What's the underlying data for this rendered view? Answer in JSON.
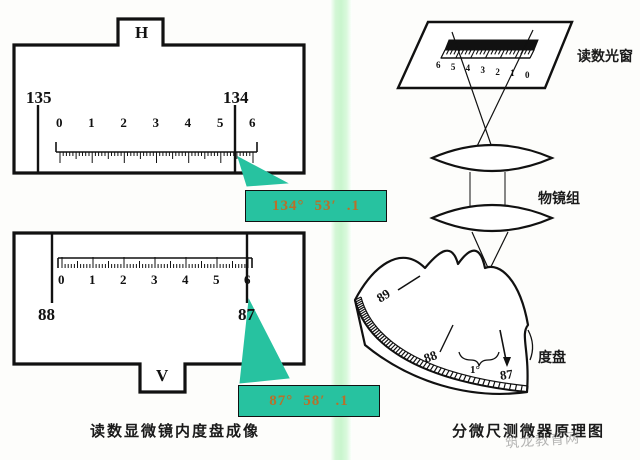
{
  "figure": {
    "title_left": "读数显微镜内度盘成像",
    "title_right": "分微尺测微器原理图",
    "watermark": "筑龙教育网"
  },
  "left_panel": {
    "upper_window": {
      "frame_letter": "H",
      "degree_left": "135",
      "degree_right": "134",
      "scale_ticks": [
        "0",
        "1",
        "2",
        "3",
        "4",
        "5",
        "6"
      ],
      "index_position": 5.3,
      "callout": {
        "degrees": "134°",
        "minutes": "53′",
        "tenths": ".1",
        "full": "134° 53′ .1",
        "bg_color": "#27c2a0",
        "text_color": "#b8702a"
      }
    },
    "lower_window": {
      "frame_letter": "V",
      "degree_left": "88",
      "degree_right": "87",
      "scale_ticks": [
        "0",
        "1",
        "2",
        "3",
        "4",
        "5",
        "6"
      ],
      "index_position": 6.0,
      "callout": {
        "degrees": "87°",
        "minutes": "58′",
        "tenths": ".1",
        "full": "87° 58′ .1",
        "bg_color": "#27c2a0",
        "text_color": "#b8702a"
      }
    }
  },
  "right_panel": {
    "reading_window": {
      "label": "读数光窗",
      "scale_ticks": [
        "6",
        "5",
        "4",
        "3",
        "2",
        "1",
        "0"
      ]
    },
    "objective_group": {
      "label": "物镜组"
    },
    "degree_dial": {
      "label": "度盘",
      "marks": [
        "89",
        "88",
        "87"
      ],
      "span_label": "1°"
    }
  },
  "colors": {
    "callout_fill": "#27c2a0",
    "callout_text": "#b8702a",
    "divider_green": "#c9f5cd",
    "ink": "#111111",
    "page": "#fdfdfb"
  }
}
